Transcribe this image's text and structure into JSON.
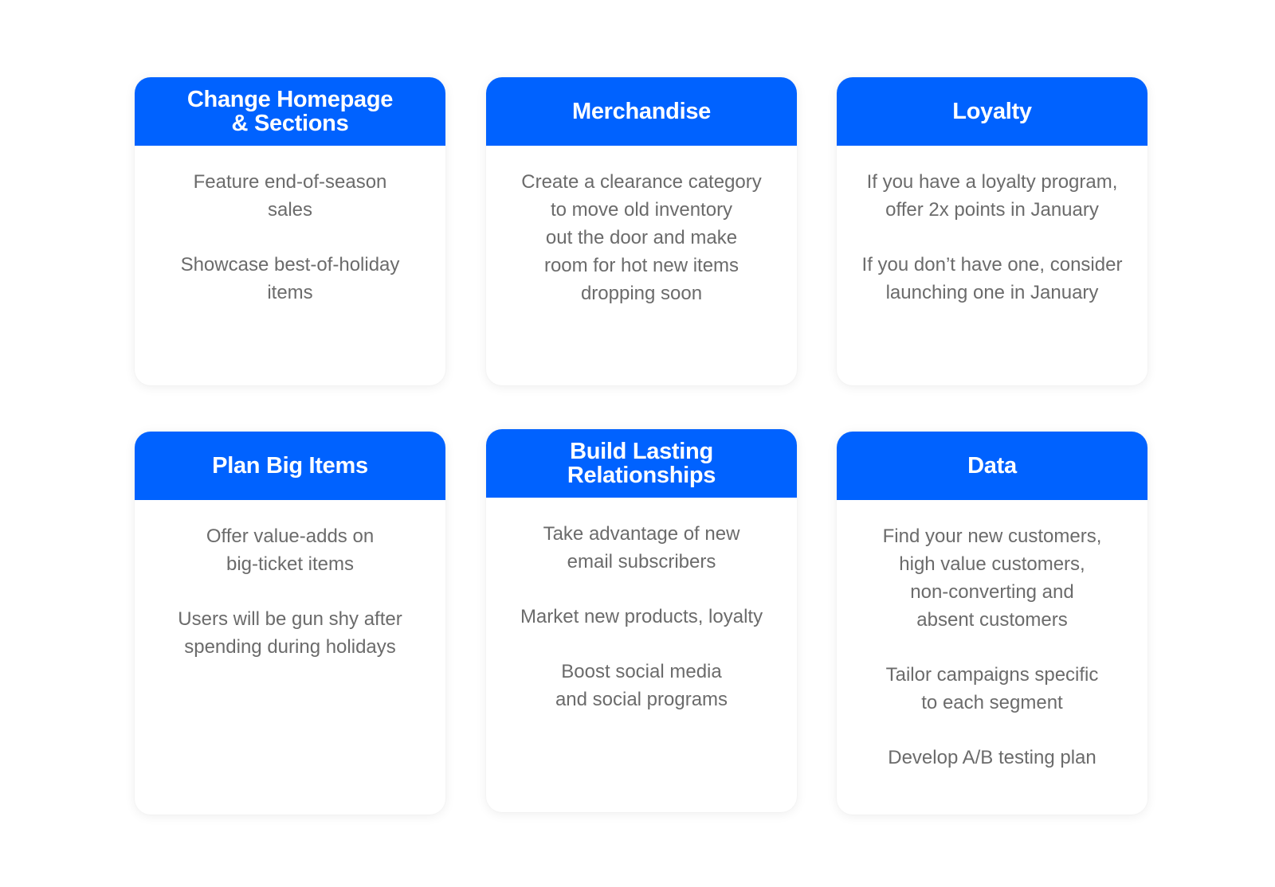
{
  "cards": [
    {
      "title": "Change Homepage\n& Sections",
      "items": [
        "Feature end-of-season\nsales",
        "Showcase best-of-holiday\nitems"
      ]
    },
    {
      "title": "Merchandise",
      "items": [
        "Create a clearance category\nto move old inventory\nout the door and make\nroom for hot new items\ndropping soon"
      ]
    },
    {
      "title": "Loyalty",
      "items": [
        "If you have a loyalty program,\noffer 2x points in January",
        "If you don’t have one, consider\nlaunching one in January"
      ]
    },
    {
      "title": "Plan Big Items",
      "items": [
        "Offer value-adds on\nbig-ticket items",
        "Users will be gun shy after\nspending during holidays"
      ]
    },
    {
      "title": "Build Lasting\nRelationships",
      "items": [
        "Take advantage of new\nemail subscribers",
        "Market new products, loyalty",
        "Boost social media\nand social programs"
      ]
    },
    {
      "title": "Data",
      "items": [
        "Find your new customers,\nhigh value customers,\nnon-converting and\nabsent customers",
        "Tailor campaigns specific\nto each segment",
        "Develop A/B testing plan"
      ]
    }
  ],
  "colors": {
    "header_bg": "#0062ff",
    "header_text": "#ffffff",
    "body_text": "#6b6b6b",
    "card_bg": "#ffffff"
  }
}
